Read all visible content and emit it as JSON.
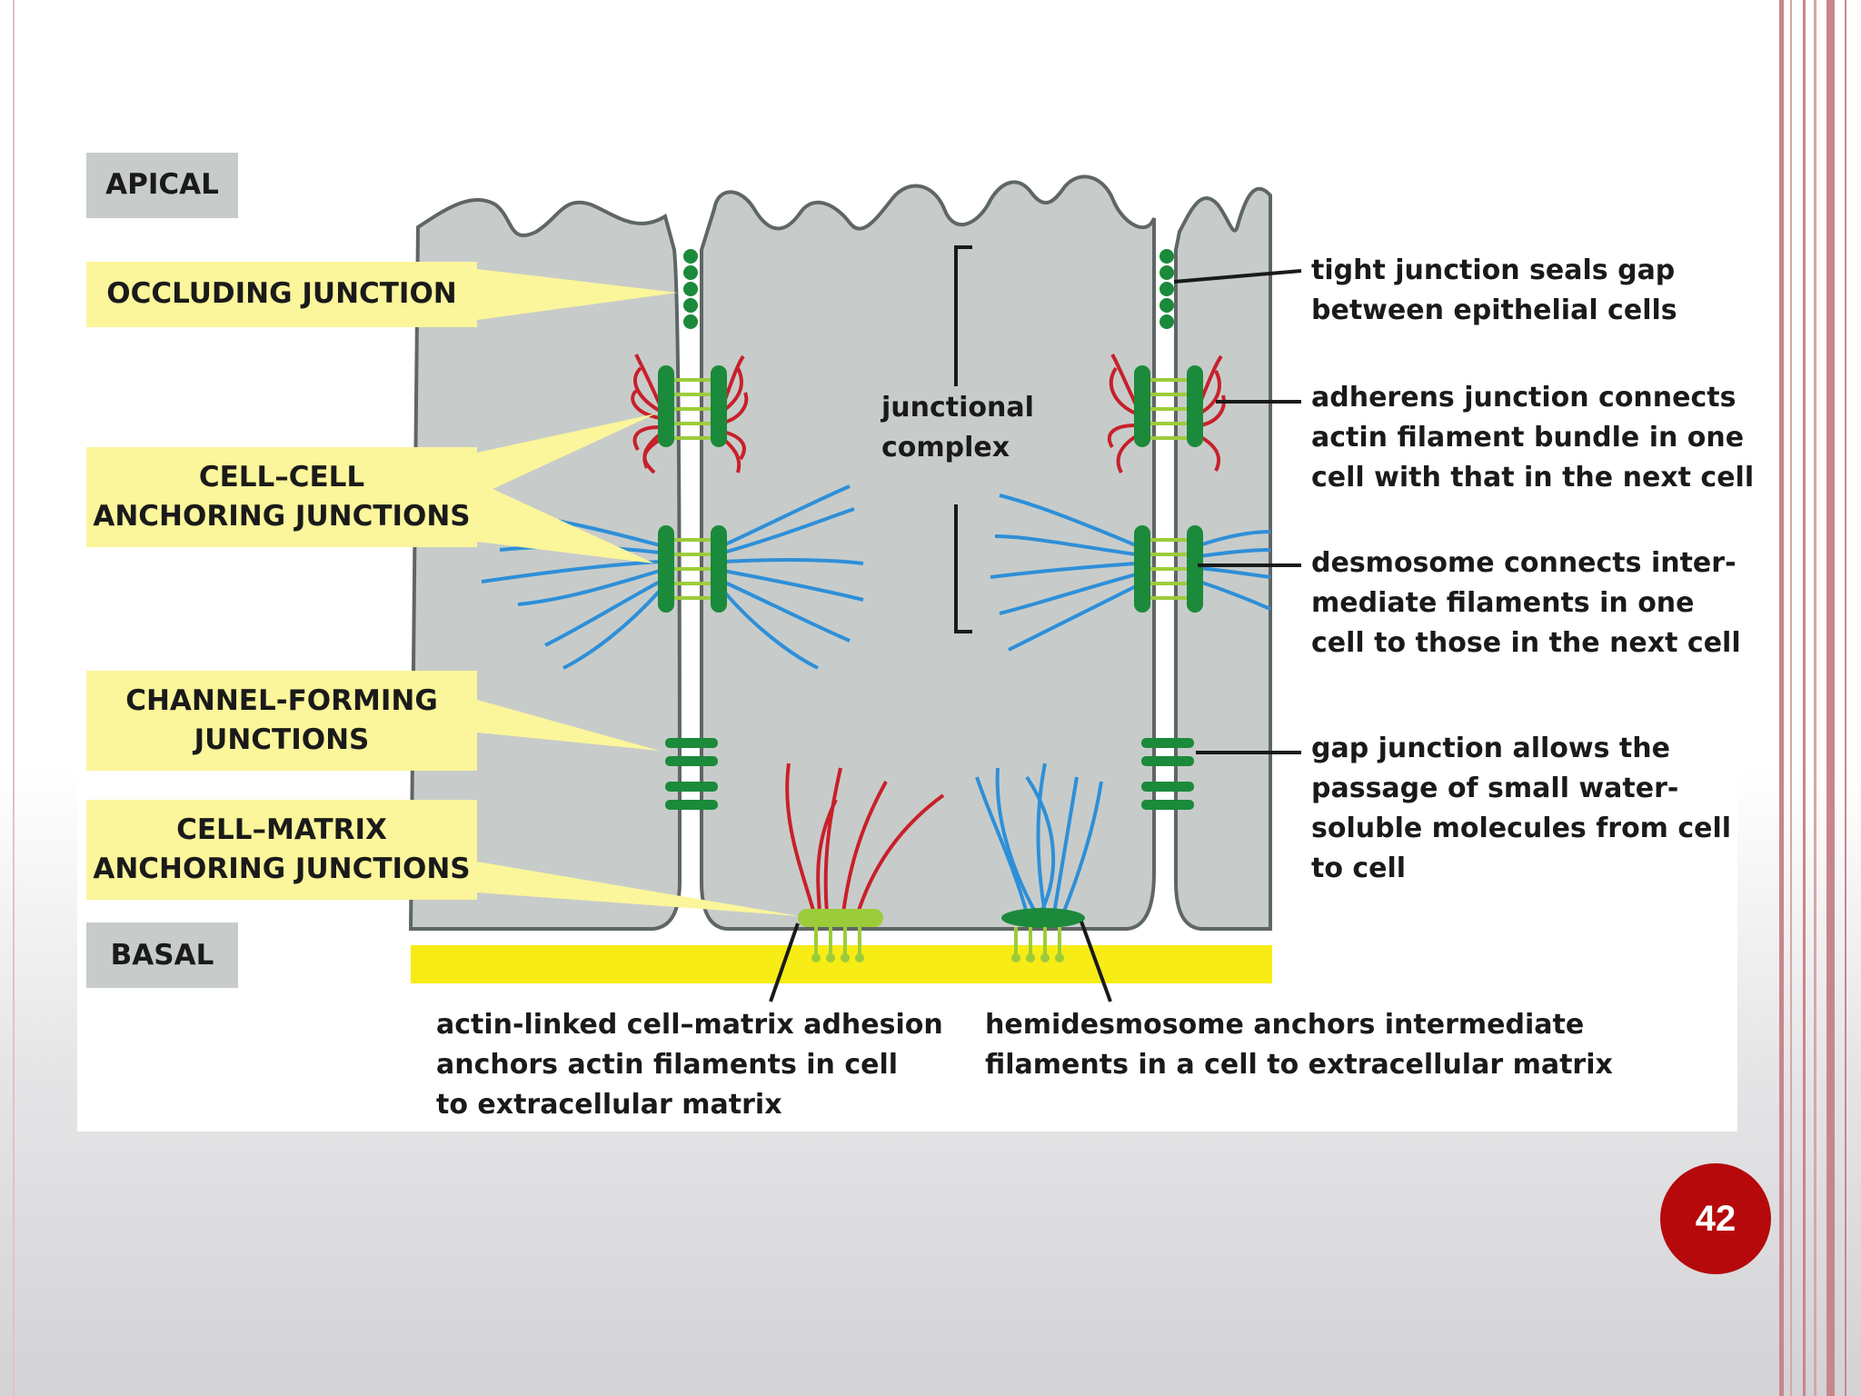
{
  "slide": {
    "page_number": "42",
    "accent_color": "#b5090b",
    "border_color": "#c9868a"
  },
  "diagram": {
    "colors": {
      "cell": "#c7ccca",
      "membrane": "#5f6665",
      "junction_green": "#1b8a3a",
      "light_green": "#9ccc3a",
      "actin_red": "#c8202a",
      "intermediate_blue": "#2e8fd8",
      "basal_lamina": "#f7ec15",
      "callout_yellow": "#fbf59b",
      "region_tag": "#c7ccca"
    },
    "region_labels": {
      "apical": "APICAL",
      "basal": "BASAL"
    },
    "category_labels": {
      "occluding": "OCCLUDING JUNCTION",
      "cell_cell": [
        "CELL–CELL",
        "ANCHORING JUNCTIONS"
      ],
      "channel": [
        "CHANNEL-FORMING",
        "JUNCTIONS"
      ],
      "cell_matrix": [
        "CELL–MATRIX",
        "ANCHORING JUNCTIONS"
      ]
    },
    "junctional_complex": [
      "junctional",
      "complex"
    ],
    "descriptions": {
      "tight": [
        "tight junction seals gap",
        "between epithelial cells"
      ],
      "adherens": [
        "adherens junction connects",
        "actin filament bundle in one",
        "cell with that in the next cell"
      ],
      "desmosome": [
        "desmosome connects inter-",
        "mediate filaments in one",
        "cell to those in the next cell"
      ],
      "gap": [
        "gap junction allows the",
        "passage of small water-",
        "soluble molecules from cell",
        "to cell"
      ],
      "actin_linked": [
        "actin-linked cell–matrix adhesion",
        "anchors actin filaments in cell",
        "to extracellular matrix"
      ],
      "hemidesmosome": [
        "hemidesmosome anchors intermediate",
        "filaments in a cell to extracellular matrix"
      ]
    }
  }
}
